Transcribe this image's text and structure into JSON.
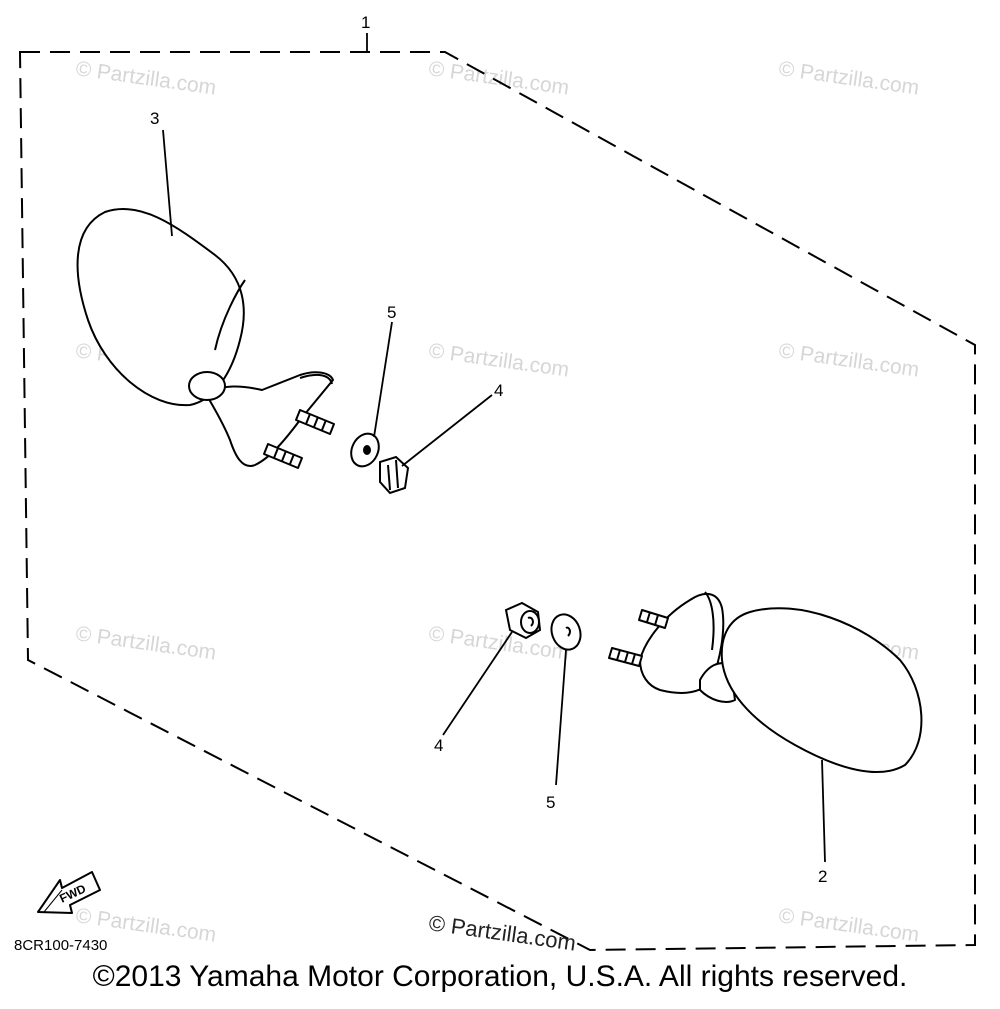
{
  "diagram": {
    "callouts": {
      "c1": "1",
      "c2": "2",
      "c3": "3",
      "c4_top": "4",
      "c4_bottom": "4",
      "c5_top": "5",
      "c5_bottom": "5"
    },
    "fwd_label": "FWD",
    "drawing_code": "8CR100-7430",
    "watermark": "© Partzilla.com",
    "colors": {
      "line": "#000000",
      "watermark": "#d6d6d6",
      "background": "#ffffff"
    }
  },
  "footer": {
    "copyright": "©2013 Yamaha Motor Corporation, U.S.A. All rights reserved."
  }
}
